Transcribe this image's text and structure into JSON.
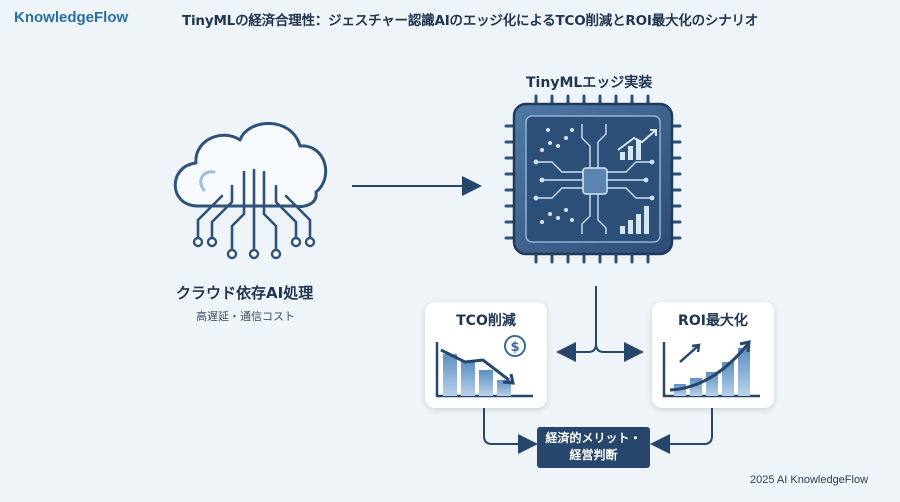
{
  "header": {
    "brand": "KnowledgeFlow",
    "title": "TinyMLの経済合理性：ジェスチャー認識AIのエッジ化によるTCO削減とROI最大化のシナリオ"
  },
  "cloud": {
    "label": "クラウド依存AI処理",
    "sublabel": "高遅延・通信コスト",
    "icon": "cloud-circuit-icon"
  },
  "edge": {
    "label": "TinyMLエッジ実装",
    "icon": "microchip-icon"
  },
  "tco_card": {
    "title": "TCO削減",
    "icon": "declining-bar-chart-icon",
    "badge_icon": "dollar-coin-icon"
  },
  "roi_card": {
    "title": "ROI最大化",
    "icon": "rising-bar-chart-icon"
  },
  "decision": {
    "line1": "経済的メリット・",
    "line2": "経営判断"
  },
  "footer": {
    "copyright": "2025 AI KnowledgeFlow"
  },
  "colors": {
    "primary": "#26466b",
    "accent": "#2a6fa3",
    "chip": "#3d6590",
    "background": "#eef4f7"
  }
}
